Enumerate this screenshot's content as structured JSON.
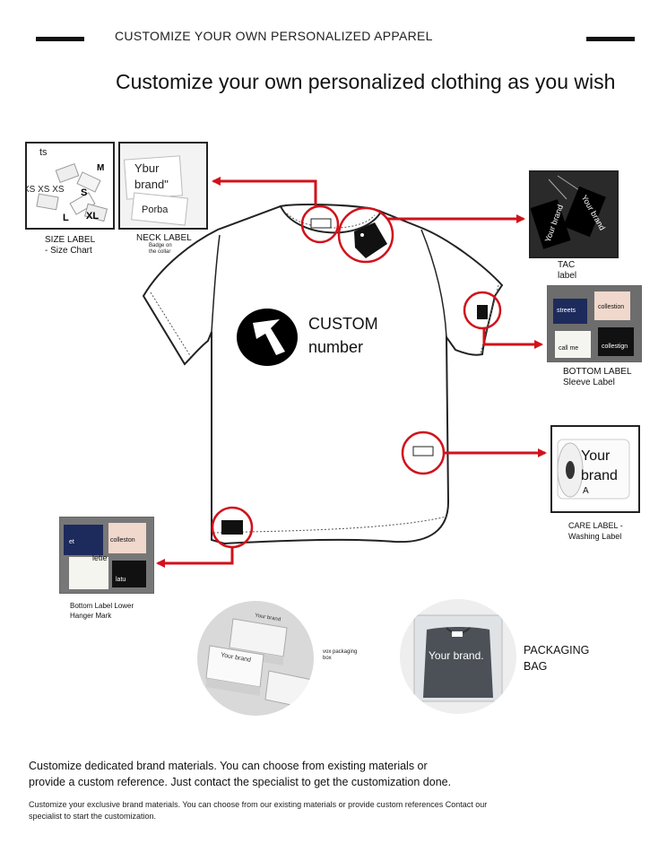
{
  "header": {
    "top_title": "CUSTOMIZE YOUR OWN PERSONALIZED APPAREL",
    "main_title": "Customize your own personalized clothing as you wish"
  },
  "size_label": {
    "photo_text_1": "ts",
    "photo_text_2": "XS XS XS",
    "caption_line1": "SIZE LABEL",
    "caption_line2": "- Size Chart"
  },
  "neck_label": {
    "photo_text_1": "Ybur",
    "photo_text_2": "brand\"",
    "photo_text_3": "Porba",
    "caption": "NECK LABEL",
    "sub_line1": "Badge on",
    "sub_line2": "the collar"
  },
  "tac_label": {
    "photo_text_1": "Your brand",
    "photo_text_2": "Your brand",
    "caption_line1": "TAC",
    "caption_line2": "label"
  },
  "bottom_label": {
    "photo_text_1": "streets",
    "photo_text_2": "collestion",
    "photo_text_3": "call me",
    "photo_text_4": "collestign",
    "caption_line1": "BOTTOM LABEL",
    "caption_line2": "Sleeve Label"
  },
  "custom_print": {
    "line1": "CUSTOM",
    "line2": "number"
  },
  "care_label": {
    "photo_text_1": "Your",
    "photo_text_2": "brand",
    "photo_text_3": "A",
    "caption_line1": "CARE LABEL -",
    "caption_line2": "Washing Label"
  },
  "hanger_label": {
    "photo_text_1": "et",
    "photo_text_2": "colleston",
    "photo_text_3": "letie",
    "photo_text_4": "latu",
    "caption_line1": "Bottom Label Lower",
    "caption_line2": "Hanger Mark"
  },
  "packaging_box": {
    "photo_text_1": "Your brand",
    "photo_text_2": "Your brand",
    "caption_line1": "vox packaging",
    "caption_line2": "box"
  },
  "packaging_bag": {
    "photo_text": "Your brand.",
    "caption_line1": "PACKAGING",
    "caption_line2": "BAG"
  },
  "footer": {
    "line1": "Customize dedicated brand materials. You can choose from existing materials or",
    "line2": "provide a custom reference. Just contact the specialist to get the customization done.",
    "small_line1": "Customize your exclusive brand materials. You can choose from our existing materials or provide custom references Contact our",
    "small_line2": "specialist to start the customization."
  },
  "colors": {
    "accent_red": "#d0121b",
    "ink": "#111111"
  }
}
